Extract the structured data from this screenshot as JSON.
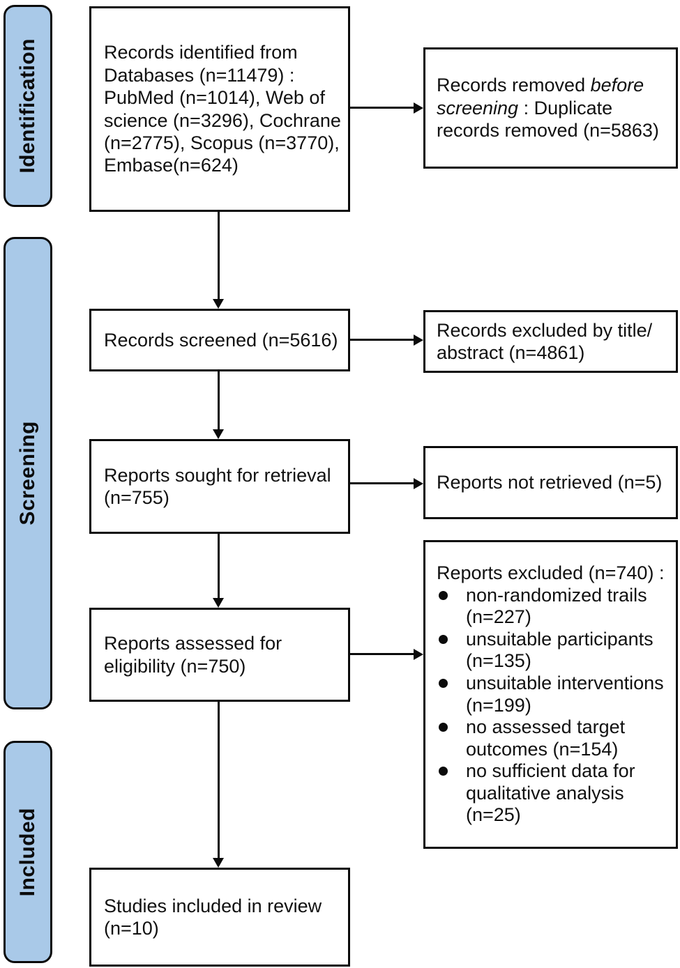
{
  "colors": {
    "stage_fill": "#A9C9E8",
    "line": "#0b0b0b"
  },
  "stages": [
    {
      "label": "Identification"
    },
    {
      "label": "Screening"
    },
    {
      "label": "Included"
    }
  ],
  "main_flow": [
    {
      "text": "Records identified from Databases (n=11479) : PubMed (n=1014), Web of science (n=3296), Cochrane (n=2775), Scopus (n=3770), Embase(n=624)"
    },
    {
      "text": "Records screened (n=5616)"
    },
    {
      "text": "Reports sought for retrieval (n=755)"
    },
    {
      "text": "Reports assessed for eligibility (n=750)"
    },
    {
      "text": "Studies included in review (n=10)"
    }
  ],
  "side_flow": [
    {
      "text_before": "Records removed ",
      "text_italic": "before screening",
      "text_after": " : Duplicate records removed (n=5863)"
    },
    {
      "text": "Records excluded by title/ abstract (n=4861)"
    },
    {
      "text": "Reports not retrieved (n=5)"
    },
    {
      "heading": "Reports excluded (n=740) :",
      "items": [
        "non-randomized trails (n=227)",
        "unsuitable participants (n=135)",
        "unsuitable interventions (n=199)",
        "no assessed target outcomes (n=154)",
        "no sufficient data for qualitative analysis (n=25)"
      ]
    }
  ]
}
